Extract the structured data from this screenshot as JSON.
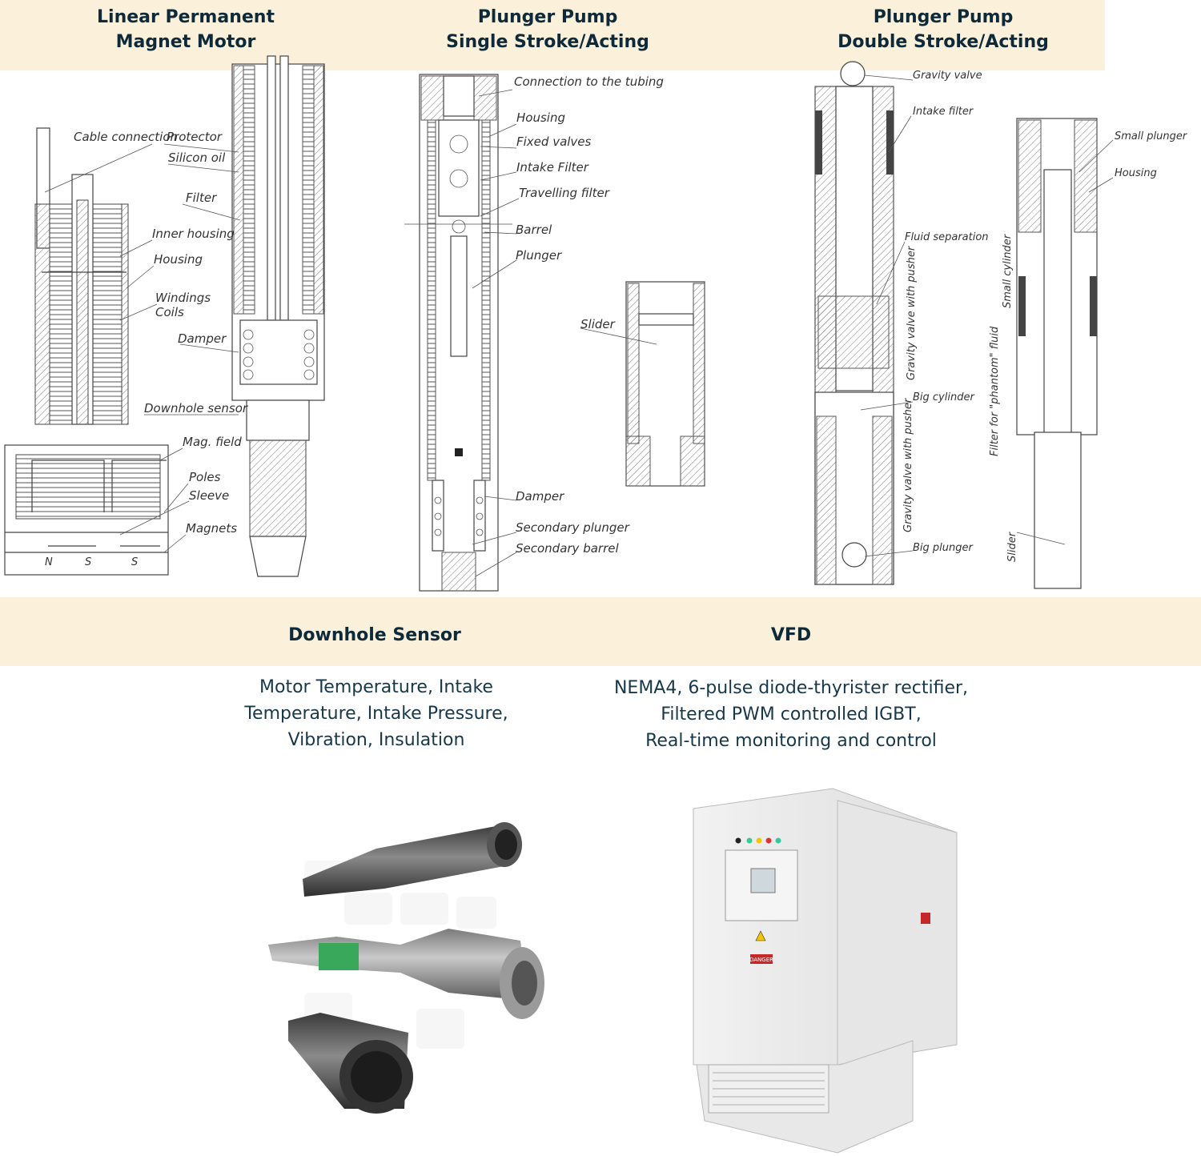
{
  "headers": {
    "motor": [
      "Linear Permanent",
      "Magnet Motor"
    ],
    "single": [
      "Plunger Pump",
      "Single Stroke/Acting"
    ],
    "double": [
      "Plunger Pump",
      "Double Stroke/Acting"
    ],
    "sensor": "Downhole Sensor",
    "vfd": "VFD"
  },
  "descriptions": {
    "sensor": [
      "Motor Temperature, Intake",
      "Temperature, Intake Pressure,",
      "Vibration, Insulation"
    ],
    "vfd": [
      "NEMA4, 6-pulse diode-thyrister rectifier,",
      "Filtered PWM controlled IGBT,",
      "Real-time monitoring and control"
    ]
  },
  "motor_labels": {
    "cable": "Cable connection",
    "protector": "Protector",
    "silicon": "Silicon oil",
    "filter": "Filter",
    "inner": "Inner housing",
    "housing": "Housing",
    "windings": "Windings",
    "coils": "Coils",
    "damper": "Damper",
    "sensor": "Downhole sensor",
    "mag": "Mag. field",
    "poles": "Poles",
    "sleeve": "Sleeve",
    "magnets": "Magnets",
    "n": "N",
    "s1": "S",
    "s2": "S"
  },
  "single_labels": {
    "conn": "Connection to the tubing",
    "housing": "Housing",
    "fixed": "Fixed valves",
    "intake": "Intake Filter",
    "travel": "Travelling filter",
    "barrel": "Barrel",
    "plunger": "Plunger",
    "slider": "Slider",
    "damper": "Damper",
    "sec_plunger": "Secondary plunger",
    "sec_barrel": "Secondary barrel"
  },
  "double_labels": {
    "gravity": "Gravity valve",
    "intake": "Intake filter",
    "small": "Small plunger",
    "housing": "Housing",
    "fluid": "Fluid separation",
    "gv_pusher1": "Gravity valve with pusher",
    "small_cyl": "Small cylinder",
    "big_cyl": "Big cylinder",
    "phantom": "Filter for \"phantom\" fluid",
    "gv_pusher2": "Gravity valve with pusher",
    "big_plunger": "Big plunger",
    "slider": "Slider"
  },
  "vfd_panel": {
    "danger": "DANGER"
  }
}
